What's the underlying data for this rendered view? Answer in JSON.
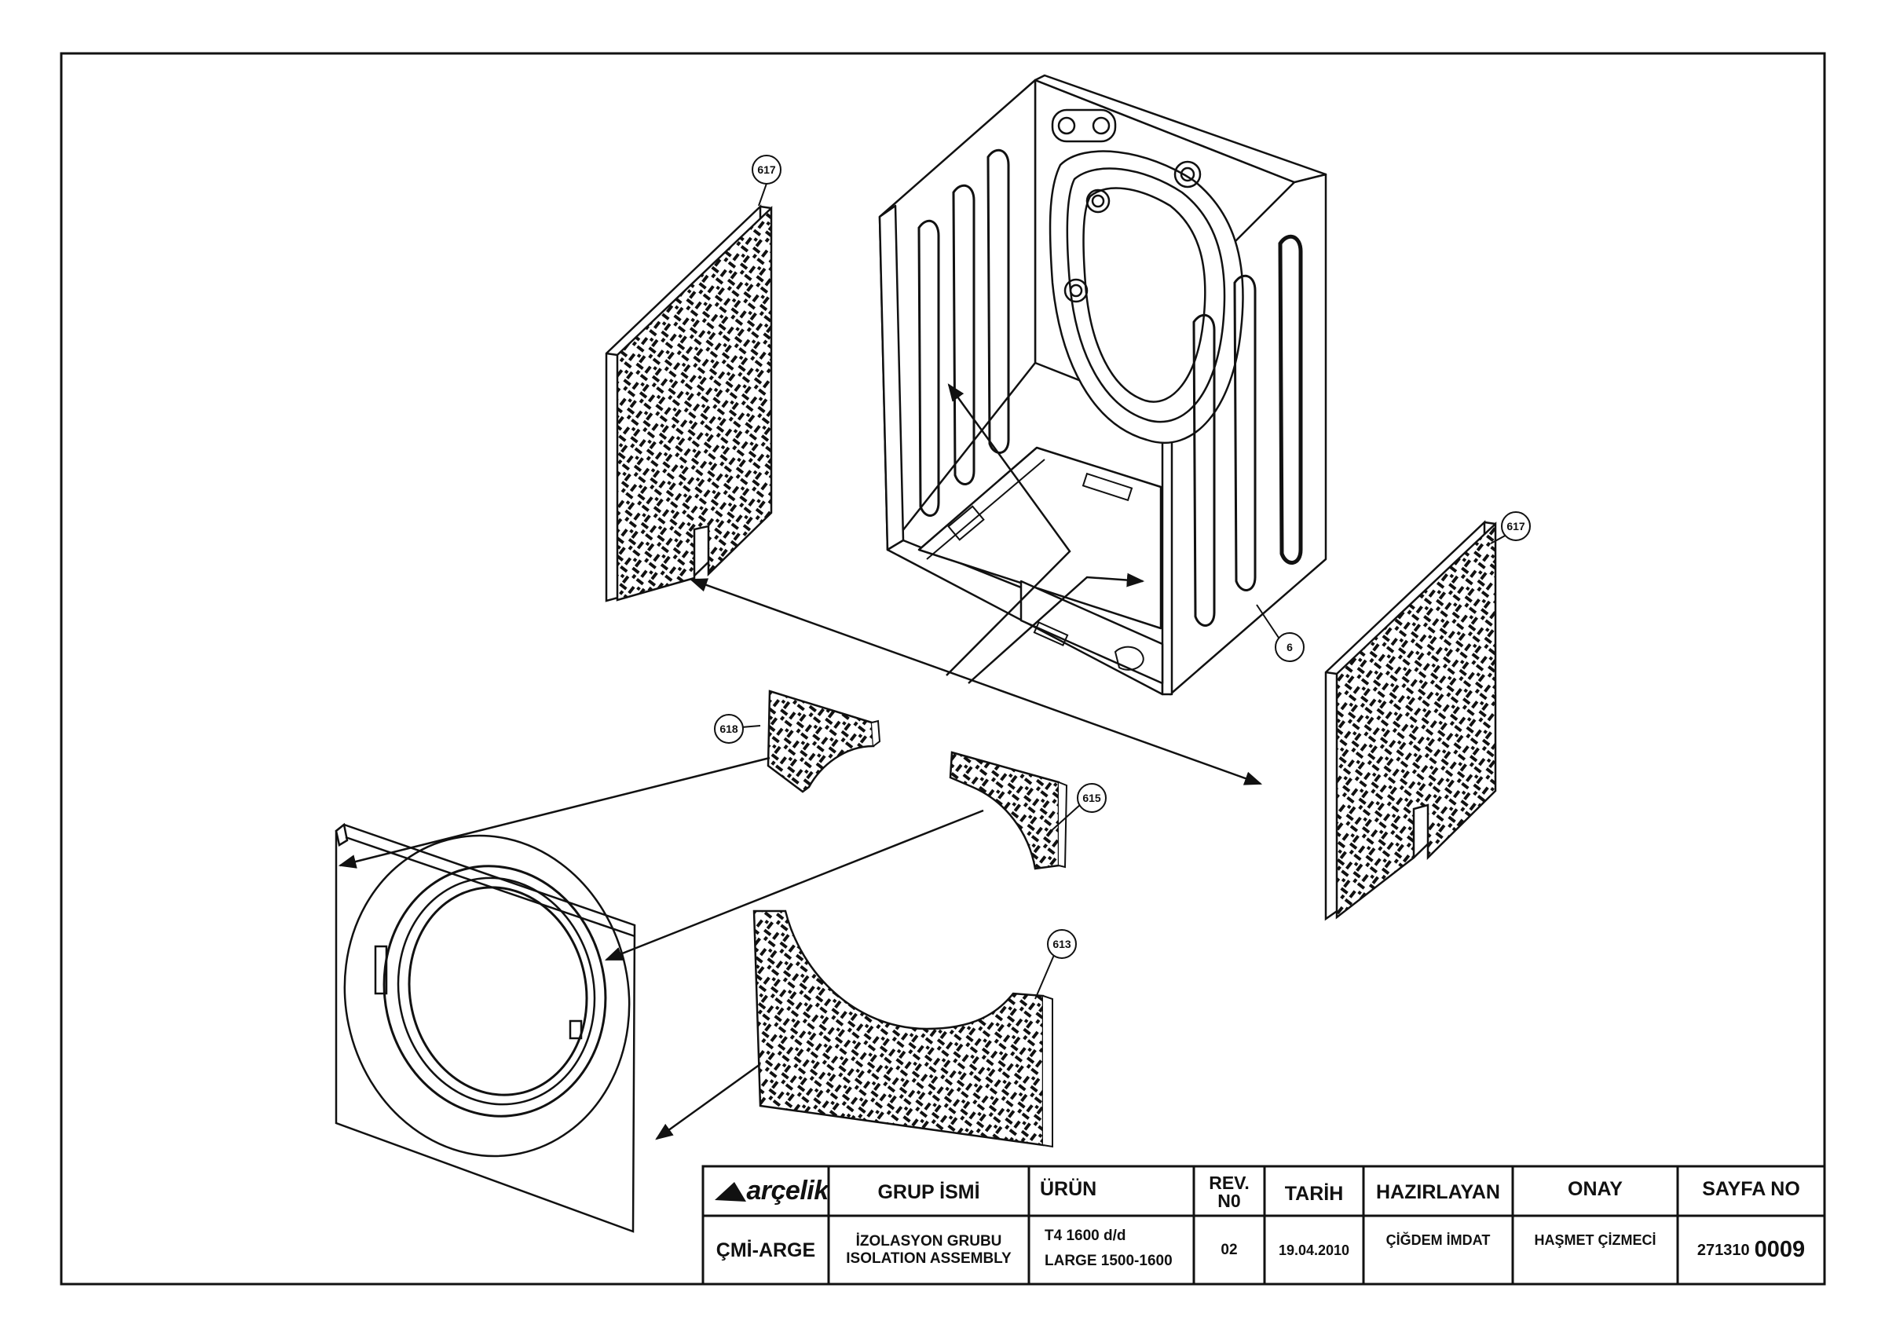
{
  "callouts": {
    "c617a": "617",
    "c617b": "617",
    "c6": "6",
    "c618": "618",
    "c615": "615",
    "c613": "613"
  },
  "titleblock": {
    "logo": "arçelik",
    "dept": "ÇMİ-ARGE",
    "h_group": "GRUP İSMİ",
    "group_tr": "İZOLASYON GRUBU",
    "group_en": "ISOLATION ASSEMBLY",
    "h_product": "ÜRÜN",
    "product_1": "T4 1600 d/d",
    "product_2": "LARGE 1500-1600",
    "h_rev_1": "REV.",
    "h_rev_2": "N0",
    "rev": "02",
    "h_date": "TARİH",
    "date": "19.04.2010",
    "h_prepared": "HAZIRLAYAN",
    "prepared": "ÇİĞDEM İMDAT",
    "h_approved": "ONAY",
    "approved": "HAŞMET ÇİZMECİ",
    "h_page": "SAYFA NO",
    "page_prefix": "271310",
    "page_num": "0009"
  }
}
